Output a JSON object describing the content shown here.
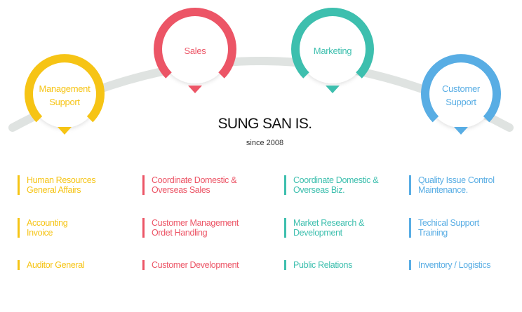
{
  "company": {
    "name": "SUNG SAN IS.",
    "since": "since 2008"
  },
  "colors": {
    "arc": "#dfe3e1",
    "management": "#f6c415",
    "sales": "#ec5566",
    "marketing": "#3dbfae",
    "customer": "#58ade4"
  },
  "departments": [
    {
      "label": "Management\nSupport",
      "color": "#f6c415",
      "items": [
        "Human Resources\nGeneral Affairs",
        "Accounting\nInvoice",
        "Auditor General"
      ]
    },
    {
      "label": "Sales",
      "color": "#ec5566",
      "items": [
        "Coordinate Domestic &\nOverseas Sales",
        "Customer Management\nOrdet Handling",
        "Customer Development"
      ]
    },
    {
      "label": "Marketing",
      "color": "#3dbfae",
      "items": [
        "Coordinate Domestic &\nOverseas Biz.",
        "Market Research &\nDevelopment",
        "Public Relations"
      ]
    },
    {
      "label": "Customer\nSupport",
      "color": "#58ade4",
      "items": [
        "Quality Issue Control\nMaintenance.",
        "Techical Support\nTraining",
        "Inventory / Logistics"
      ]
    }
  ]
}
